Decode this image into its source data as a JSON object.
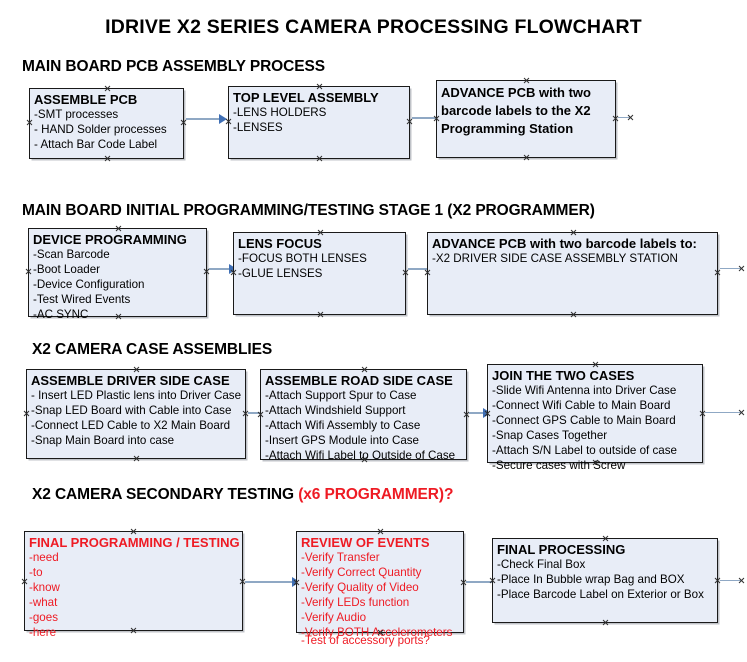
{
  "title": "IDRIVE X2  SERIES CAMERA PROCESSING FLOWCHART",
  "colors": {
    "box_fill": "#e8edf7",
    "box_border": "#1a1a1a",
    "accent_red": "#ee1b24",
    "connector_line": "#8fa8c4",
    "connector_head": "#3f6fb5",
    "text": "#000000"
  },
  "sections": [
    {
      "heading": "MAIN BOARD PCB ASSEMBLY PROCESS",
      "heading_accent": "",
      "boxes": [
        {
          "title": "ASSEMBLE PCB",
          "lines": [
            "-SMT processes",
            "- HAND Solder processes",
            "- Attach Bar Code Label"
          ]
        },
        {
          "title": "TOP LEVEL ASSEMBLY",
          "lines": [
            "-LENS HOLDERS",
            "-LENSES"
          ]
        },
        {
          "title": "ADVANCE PCB with two barcode labels to the  X2 Programming Station",
          "lines": []
        }
      ]
    },
    {
      "heading": "MAIN BOARD INITIAL PROGRAMMING/TESTING STAGE 1 (X2 PROGRAMMER)",
      "heading_accent": "",
      "boxes": [
        {
          "title": "DEVICE PROGRAMMING",
          "lines": [
            "-Scan Barcode",
            "-Boot Loader",
            "-Device Configuration",
            "-Test Wired Events",
            "-AC SYNC"
          ]
        },
        {
          "title": "LENS FOCUS",
          "lines": [
            "-FOCUS BOTH LENSES",
            "-GLUE LENSES"
          ]
        },
        {
          "title": "ADVANCE PCB with two barcode labels to:",
          "lines": [
            "-X2 DRIVER  SIDE  CASE  ASSEMBLY STATION"
          ]
        }
      ]
    },
    {
      "heading": "X2 CAMERA CASE ASSEMBLIES",
      "heading_accent": "",
      "boxes": [
        {
          "title": "ASSEMBLE DRIVER SIDE CASE",
          "lines": [
            "- Insert LED Plastic lens into Driver Case",
            "-Snap LED Board with Cable into Case",
            "-Connect LED Cable to X2 Main Board",
            "-Snap Main Board into case"
          ]
        },
        {
          "title": "ASSEMBLE ROAD SIDE CASE",
          "lines": [
            "-Attach Support Spur to Case",
            "-Attach Windshield Support",
            "-Attach Wifi Assembly to Case",
            "-Insert GPS Module into Case",
            "-Attach Wifi Label to Outside of Case"
          ]
        },
        {
          "title": "JOIN THE TWO CASES",
          "lines": [
            "-Slide Wifi Antenna into Driver Case",
            "-Connect Wifi Cable to Main Board",
            "-Connect GPS Cable to Main Board",
            "-Snap Cases Together",
            "-Attach S/N Label to outside of case",
            "-Secure cases with Screw"
          ]
        }
      ]
    },
    {
      "heading": "X2 CAMERA SECONDARY TESTING ",
      "heading_accent": "(x6 PROGRAMMER)?",
      "boxes": [
        {
          "title": "FINAL PROGRAMMING / TESTING",
          "lines": [
            "-need",
            "-to",
            "-know",
            "-what",
            "-goes",
            "-here"
          ]
        },
        {
          "title": "REVIEW OF EVENTS",
          "lines": [
            "-Verify Transfer",
            "-Verify Correct Quantity",
            "-Verify Quality of Video",
            "-Verify LEDs function",
            "-Verify Audio",
            "-Verify BOTH Accelerometers"
          ],
          "overflow_line": "-Test of accessory ports?"
        },
        {
          "title": "FINAL PROCESSING",
          "lines": [
            " -Check Final Box",
            "-Place In Bubble wrap Bag and BOX",
            "-Place Barcode Label on Exterior or Box"
          ]
        }
      ]
    }
  ]
}
